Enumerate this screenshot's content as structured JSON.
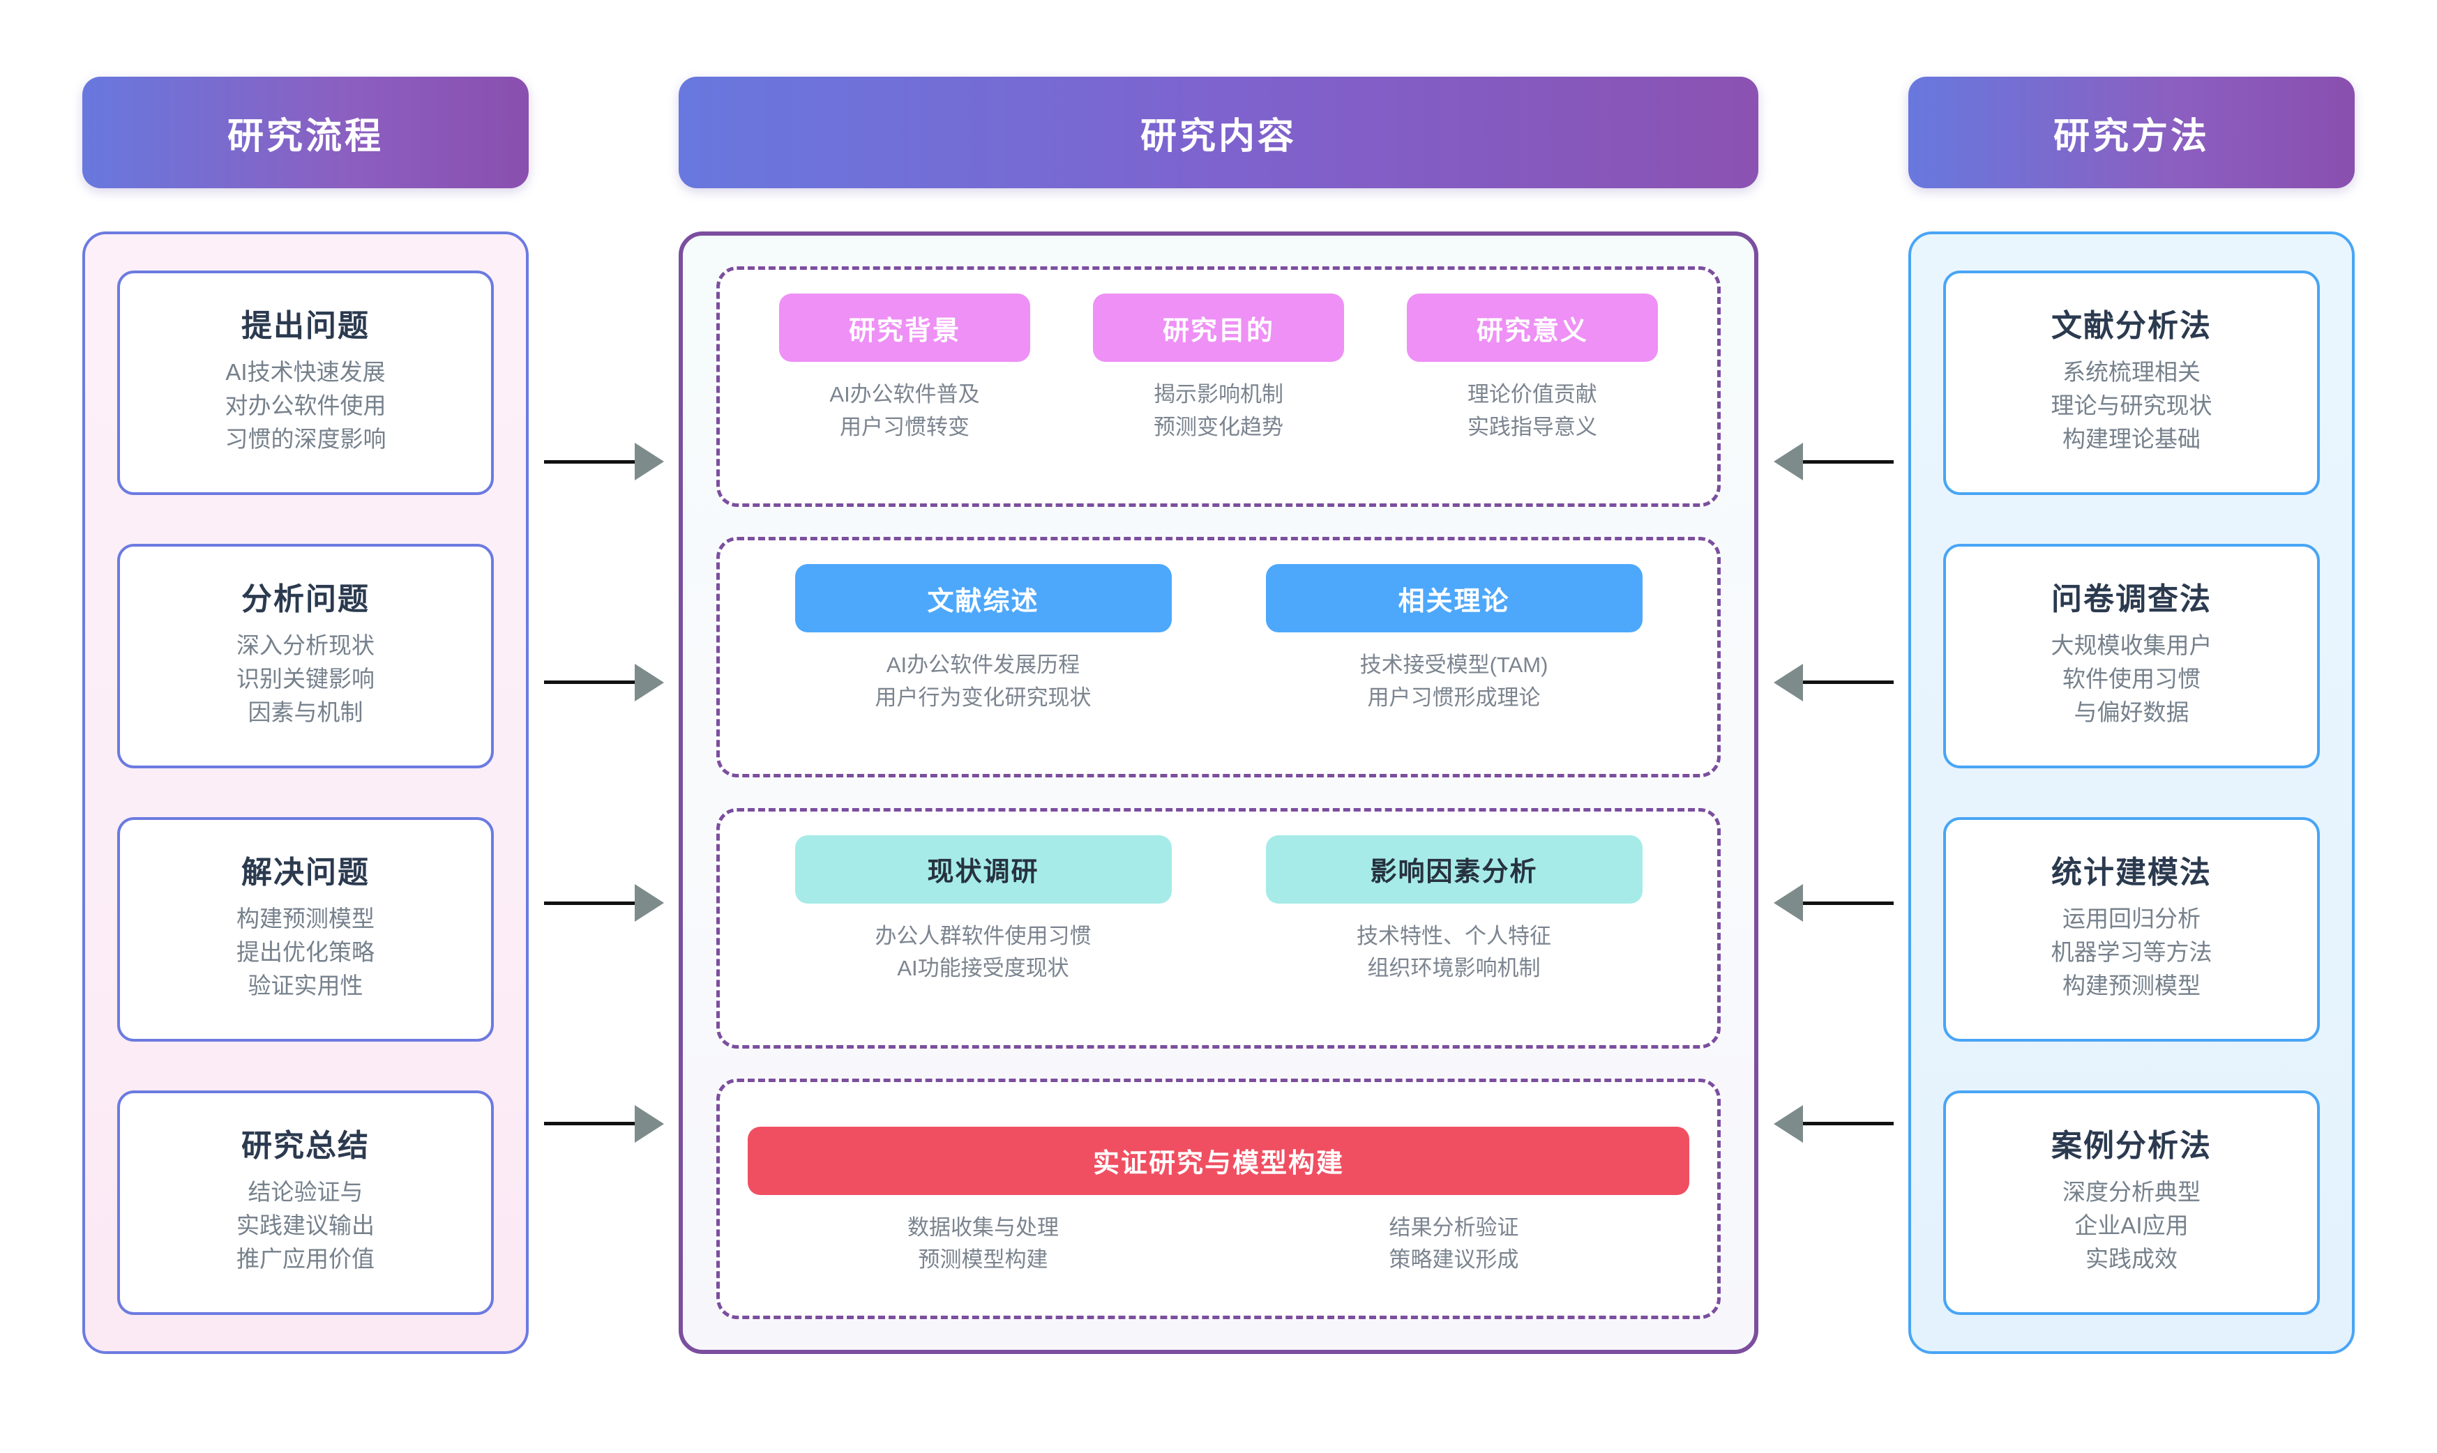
{
  "columns": {
    "left": {
      "header": "研究流程",
      "cards": [
        {
          "title": "提出问题",
          "desc": "AI技术快速发展\n对办公软件使用\n习惯的深度影响"
        },
        {
          "title": "分析问题",
          "desc": "深入分析现状\n识别关键影响\n因素与机制"
        },
        {
          "title": "解决问题",
          "desc": "构建预测模型\n提出优化策略\n验证实用性"
        },
        {
          "title": "研究总结",
          "desc": "结论验证与\n实践建议输出\n推广应用价值"
        }
      ]
    },
    "center": {
      "header": "研究内容",
      "groups": [
        {
          "layout": "cols3",
          "pill_color": "pink",
          "items": [
            {
              "label": "研究背景",
              "desc": "AI办公软件普及\n用户习惯转变"
            },
            {
              "label": "研究目的",
              "desc": "揭示影响机制\n预测变化趋势"
            },
            {
              "label": "研究意义",
              "desc": "理论价值贡献\n实践指导意义"
            }
          ]
        },
        {
          "layout": "cols2",
          "pill_color": "blue",
          "items": [
            {
              "label": "文献综述",
              "desc": "AI办公软件发展历程\n用户行为变化研究现状"
            },
            {
              "label": "相关理论",
              "desc": "技术接受模型(TAM)\n用户习惯形成理论"
            }
          ]
        },
        {
          "layout": "cols2",
          "pill_color": "teal",
          "items": [
            {
              "label": "现状调研",
              "desc": "办公人群软件使用习惯\nAI功能接受度现状"
            },
            {
              "label": "影响因素分析",
              "desc": "技术特性、个人特征\n组织环境影响机制"
            }
          ]
        },
        {
          "layout": "wide",
          "pill_color": "red",
          "banner": "实证研究与模型构建",
          "items": [
            {
              "desc": "数据收集与处理\n预测模型构建"
            },
            {
              "desc": "结果分析验证\n策略建议形成"
            }
          ]
        }
      ]
    },
    "right": {
      "header": "研究方法",
      "cards": [
        {
          "title": "文献分析法",
          "desc": "系统梳理相关\n理论与研究现状\n构建理论基础"
        },
        {
          "title": "问卷调查法",
          "desc": "大规模收集用户\n软件使用习惯\n与偏好数据"
        },
        {
          "title": "统计建模法",
          "desc": "运用回归分析\n机器学习等方法\n构建预测模型"
        },
        {
          "title": "案例分析法",
          "desc": "深度分析典型\n企业AI应用\n实践成效"
        }
      ]
    }
  },
  "arrows": {
    "left_to_center": [
      "right-arrow",
      "right-arrow",
      "right-arrow",
      "right-arrow"
    ],
    "right_to_center": [
      "left-arrow",
      "left-arrow",
      "left-arrow",
      "left-arrow"
    ]
  },
  "colors": {
    "header_gradient_start": "#6878DE",
    "header_gradient_end": "#8A4FAF",
    "left_border": "#6C7BE0",
    "left_panel_bg": "#FCEEF7",
    "right_border": "#49A5F5",
    "right_panel_bg": "#E7F4FD",
    "center_border": "#7B4E9E",
    "pill_pink": "#EE90F5",
    "pill_blue": "#4DA8FC",
    "pill_teal": "#A6EBE8",
    "pill_red": "#F04F62",
    "title_text": "#2B3A4F",
    "desc_text": "#76818C",
    "arrow_head": "#7D8B8B",
    "arrow_shaft": "#111111"
  }
}
